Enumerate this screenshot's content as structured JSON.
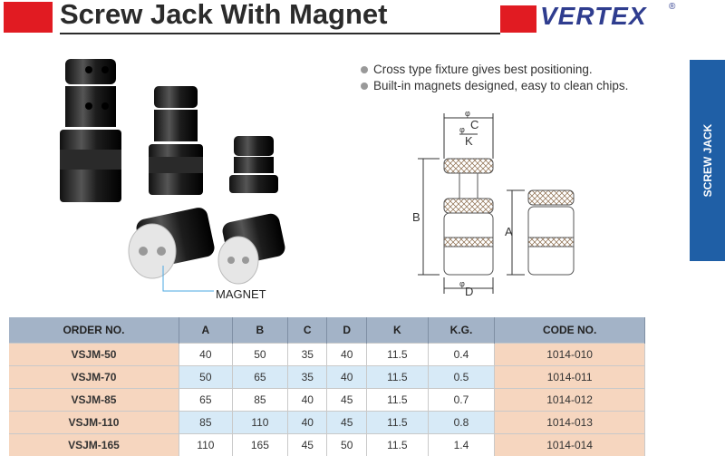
{
  "title": "Screw Jack With Magnet",
  "brand": "VERTEX",
  "brand_reg": "®",
  "features": [
    "Cross type fixture gives best positioning.",
    "Built-in magnets designed, easy to clean chips."
  ],
  "side_tab": "SCREW JACK",
  "photo_label": "MAGNET",
  "diagram": {
    "label_c": "C",
    "label_k": "K",
    "label_b": "B",
    "label_a": "A",
    "label_d": "D",
    "phi": "φ"
  },
  "table": {
    "headers": [
      "ORDER NO.",
      "A",
      "B",
      "C",
      "D",
      "K",
      "K.G.",
      "CODE NO."
    ],
    "rows": [
      [
        "VSJM-50",
        "40",
        "50",
        "35",
        "40",
        "11.5",
        "0.4",
        "1014-010"
      ],
      [
        "VSJM-70",
        "50",
        "65",
        "35",
        "40",
        "11.5",
        "0.5",
        "1014-011"
      ],
      [
        "VSJM-85",
        "65",
        "85",
        "40",
        "45",
        "11.5",
        "0.7",
        "1014-012"
      ],
      [
        "VSJM-110",
        "85",
        "110",
        "40",
        "45",
        "11.5",
        "0.8",
        "1014-013"
      ],
      [
        "VSJM-165",
        "110",
        "165",
        "45",
        "50",
        "11.5",
        "1.4",
        "1014-014"
      ]
    ]
  },
  "colors": {
    "title_red": "#e11b22",
    "brand_blue": "#2f3d8f",
    "tab_blue": "#1f5fa6",
    "header_gray": "#a3b3c7",
    "order_peach": "#f6d6bf",
    "row_blue": "#d7eaf7"
  }
}
